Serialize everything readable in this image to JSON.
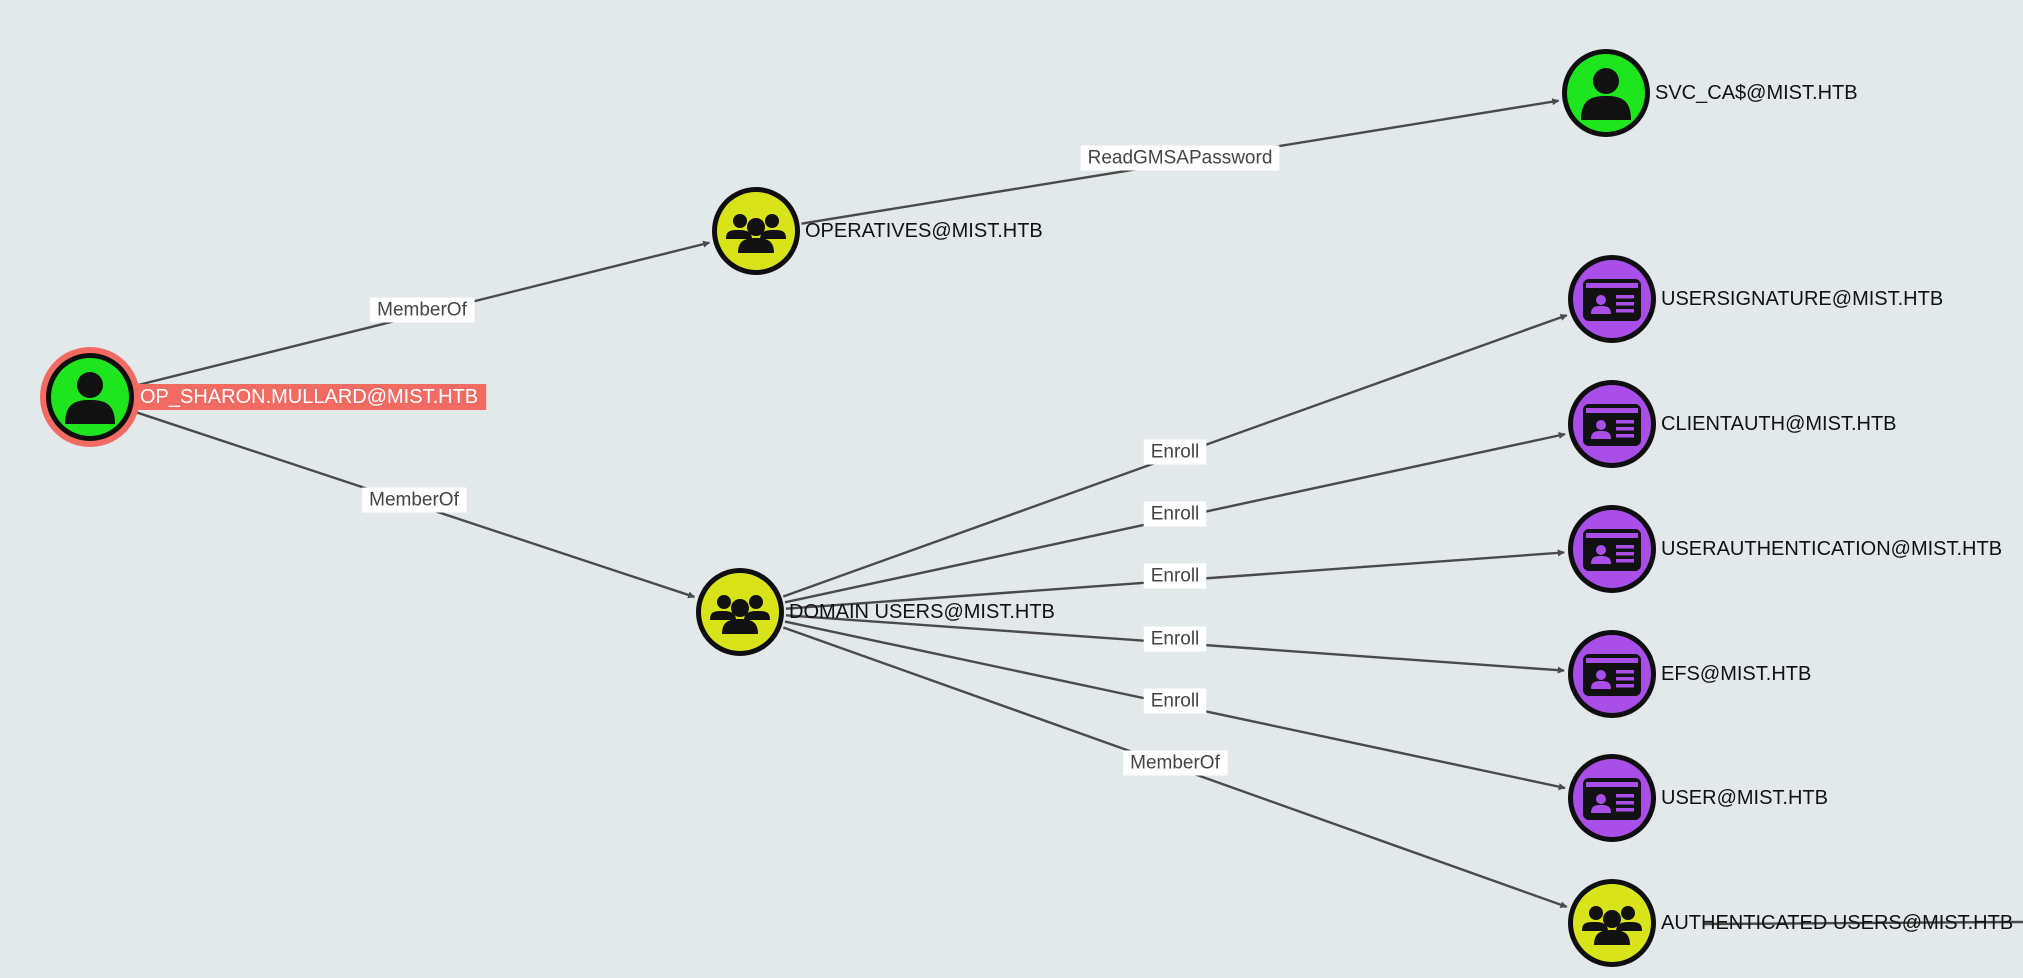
{
  "colors": {
    "user_fill": "#1ee51e",
    "group_fill": "#d9e31a",
    "template_fill": "#a94ee8",
    "node_stroke": "#0e0e0e",
    "selected_ring": "#f26b63",
    "selected_label_bg": "#f26b63",
    "edge": "#4a4a4a",
    "background": "#e3e8eb"
  },
  "graph": {
    "nodes": [
      {
        "id": "n_sharon",
        "type": "user",
        "icon": "user-icon",
        "label": "OP_SHARON.MULLARD@MIST.HTB",
        "selected": true
      },
      {
        "id": "n_operatives",
        "type": "group",
        "icon": "group-icon",
        "label": "OPERATIVES@MIST.HTB"
      },
      {
        "id": "n_domain_users",
        "type": "group",
        "icon": "group-icon",
        "label": "DOMAIN USERS@MIST.HTB"
      },
      {
        "id": "n_svc_ca",
        "type": "user",
        "icon": "user-icon",
        "label": "SVC_CA$@MIST.HTB"
      },
      {
        "id": "n_usersignature",
        "type": "template",
        "icon": "certificate-template-icon",
        "label": "USERSIGNATURE@MIST.HTB"
      },
      {
        "id": "n_clientauth",
        "type": "template",
        "icon": "certificate-template-icon",
        "label": "CLIENTAUTH@MIST.HTB"
      },
      {
        "id": "n_userauthentication",
        "type": "template",
        "icon": "certificate-template-icon",
        "label": "USERAUTHENTICATION@MIST.HTB"
      },
      {
        "id": "n_efs",
        "type": "template",
        "icon": "certificate-template-icon",
        "label": "EFS@MIST.HTB"
      },
      {
        "id": "n_user",
        "type": "template",
        "icon": "certificate-template-icon",
        "label": "USER@MIST.HTB"
      },
      {
        "id": "n_auth_users",
        "type": "group",
        "icon": "group-icon",
        "label": "AUTHENTICATED USERS@MIST.HTB"
      }
    ],
    "edges": [
      {
        "id": "e1",
        "from": "n_sharon",
        "to": "n_operatives",
        "label": "MemberOf"
      },
      {
        "id": "e2",
        "from": "n_sharon",
        "to": "n_domain_users",
        "label": "MemberOf"
      },
      {
        "id": "e3",
        "from": "n_operatives",
        "to": "n_svc_ca",
        "label": "ReadGMSAPassword"
      },
      {
        "id": "e4",
        "from": "n_domain_users",
        "to": "n_usersignature",
        "label": "Enroll"
      },
      {
        "id": "e5",
        "from": "n_domain_users",
        "to": "n_clientauth",
        "label": "Enroll"
      },
      {
        "id": "e6",
        "from": "n_domain_users",
        "to": "n_userauthentication",
        "label": "Enroll"
      },
      {
        "id": "e7",
        "from": "n_domain_users",
        "to": "n_efs",
        "label": "Enroll"
      },
      {
        "id": "e8",
        "from": "n_domain_users",
        "to": "n_user",
        "label": "Enroll"
      },
      {
        "id": "e9",
        "from": "n_domain_users",
        "to": "n_auth_users",
        "label": "MemberOf"
      }
    ]
  }
}
